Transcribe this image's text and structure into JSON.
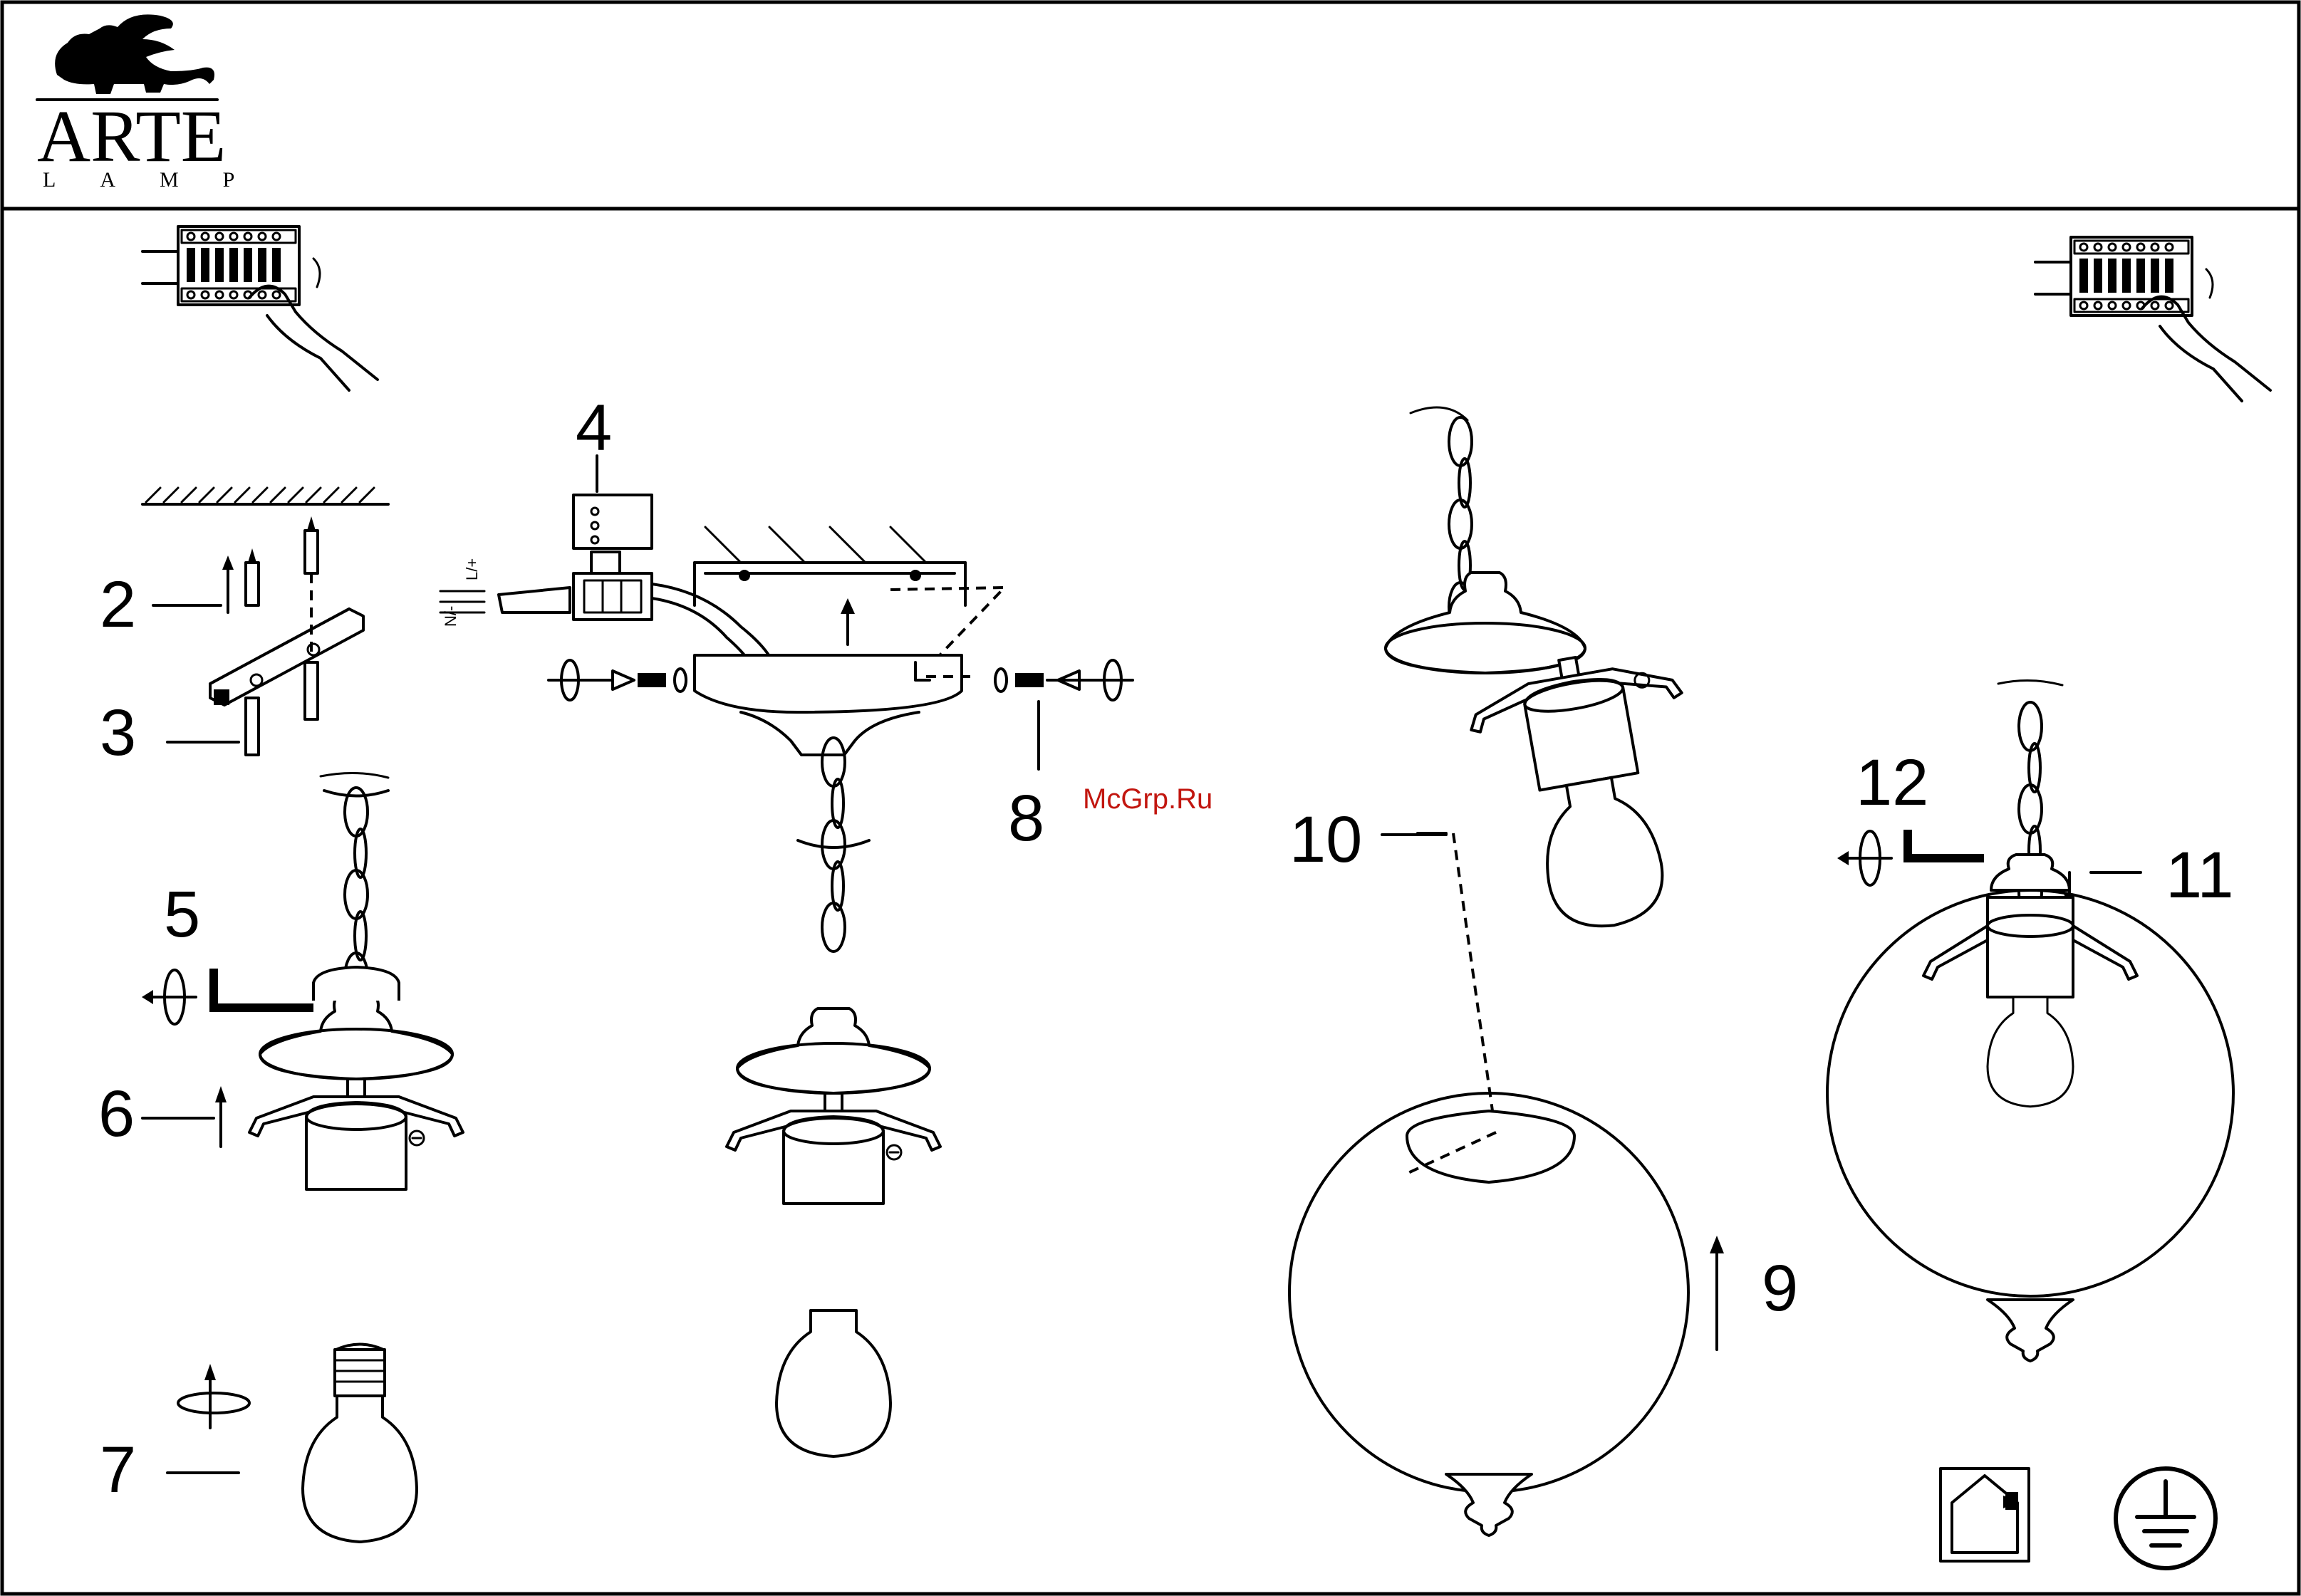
{
  "brand": {
    "name": "ARTE",
    "sub": "LAMP"
  },
  "watermark": "McGrp.Ru",
  "steps": [
    "2",
    "3",
    "4",
    "5",
    "6",
    "7",
    "8",
    "9",
    "10",
    "11",
    "12"
  ],
  "wire_labels": {
    "live": "L/+",
    "neutral": "N/-"
  },
  "icons": [
    "lion-logo-icon",
    "terminal-block-hand-icon",
    "indoor-use-icon",
    "ground-symbol-icon"
  ],
  "colors": {
    "line": "#000000",
    "background": "#ffffff",
    "watermark": "#c2160f"
  }
}
